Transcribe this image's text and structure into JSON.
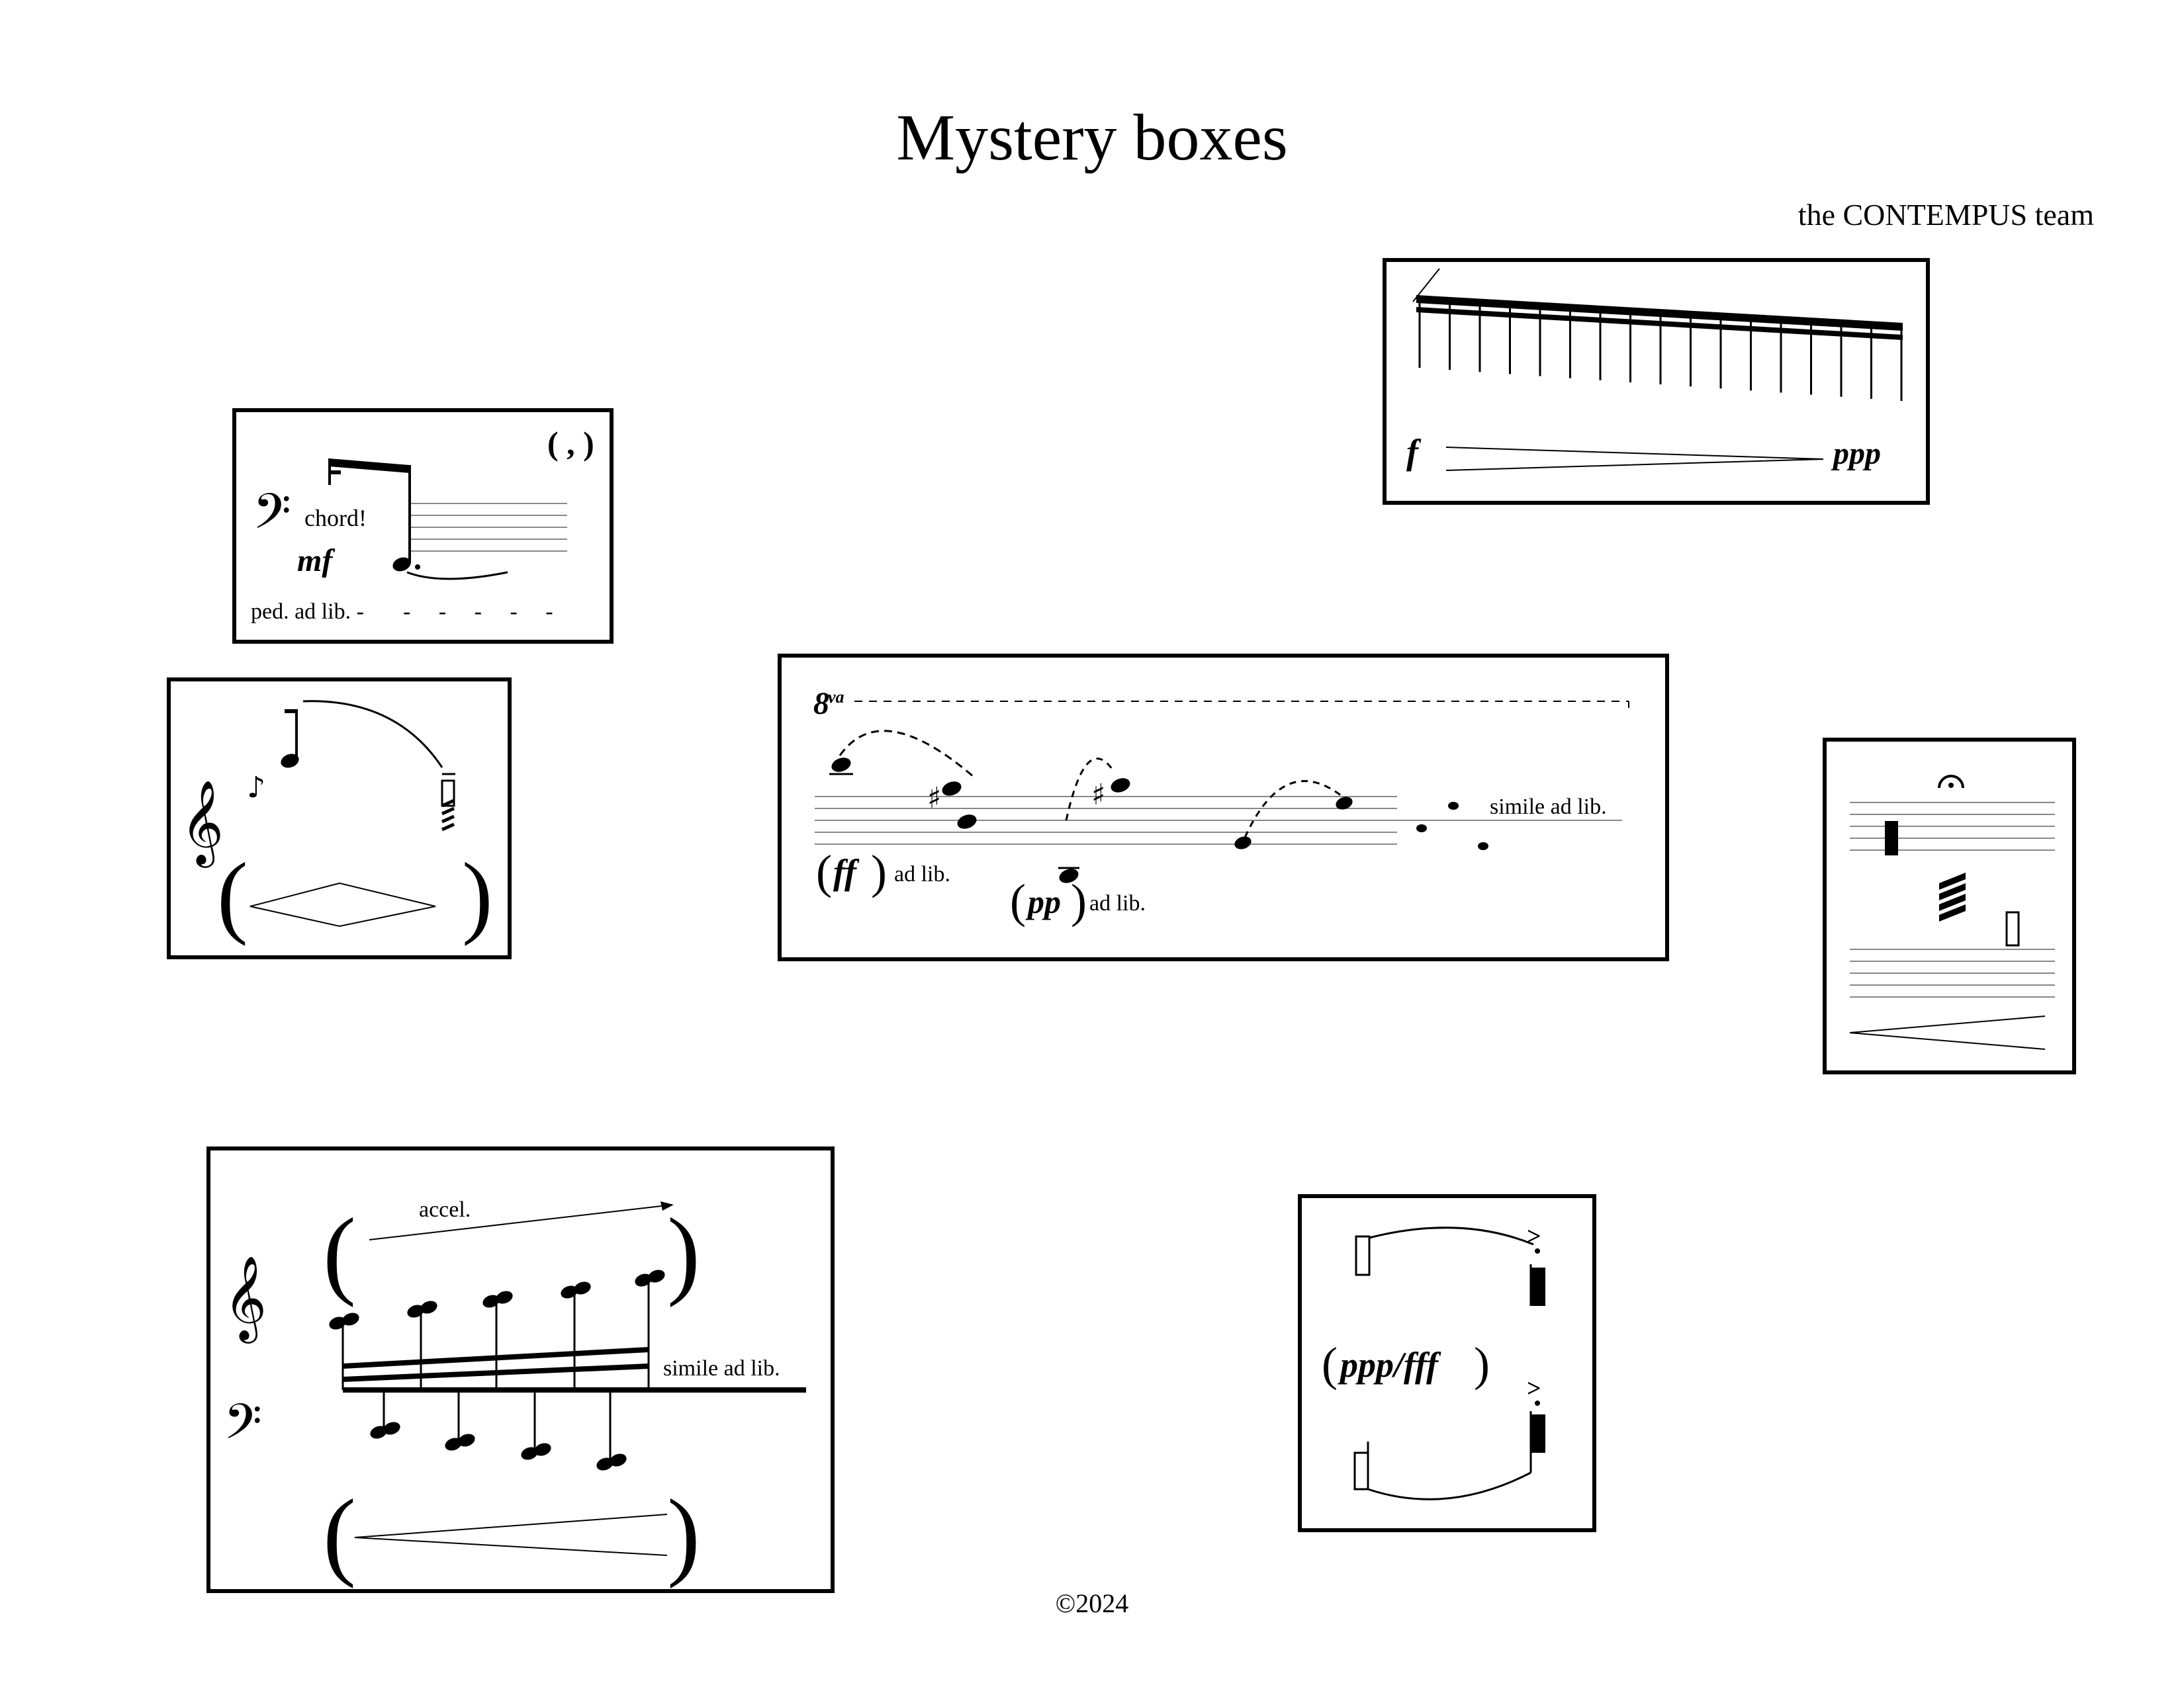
{
  "page": {
    "title": "Mystery boxes",
    "composer": "the CONTEMPUS team",
    "copyright": "©2024"
  },
  "box_chord": {
    "clef": "bass-clef",
    "text": "chord!",
    "dynamic": "mf",
    "pedal": "ped. ad lib. -",
    "pedal_dashes": "-     -     -     -     -",
    "breath_mark": "( , )"
  },
  "box_grace": {
    "clef": "treble-clef",
    "hairpin_open": "(",
    "hairpin_close": ")"
  },
  "box_tremolo": {
    "dynamic_start": "f",
    "dynamic_end": "ppp"
  },
  "box_ottava": {
    "ottava": "8",
    "ottava_sup": "va",
    "dynamic_1": "ff",
    "ad_lib_1": "ad lib.",
    "dynamic_2": "pp",
    "ad_lib_2": "ad lib.",
    "simile": "simile ad lib."
  },
  "box_fermata": {
    "icons": [
      "fermata-icon",
      "tremolo-icon"
    ]
  },
  "box_accel": {
    "tempo": "accel.",
    "simile": "simile ad lib.",
    "clefs": [
      "treble-clef",
      "bass-clef"
    ]
  },
  "box_accent": {
    "dynamic": "ppp/fff",
    "open_paren": "(",
    "close_paren": ")"
  }
}
